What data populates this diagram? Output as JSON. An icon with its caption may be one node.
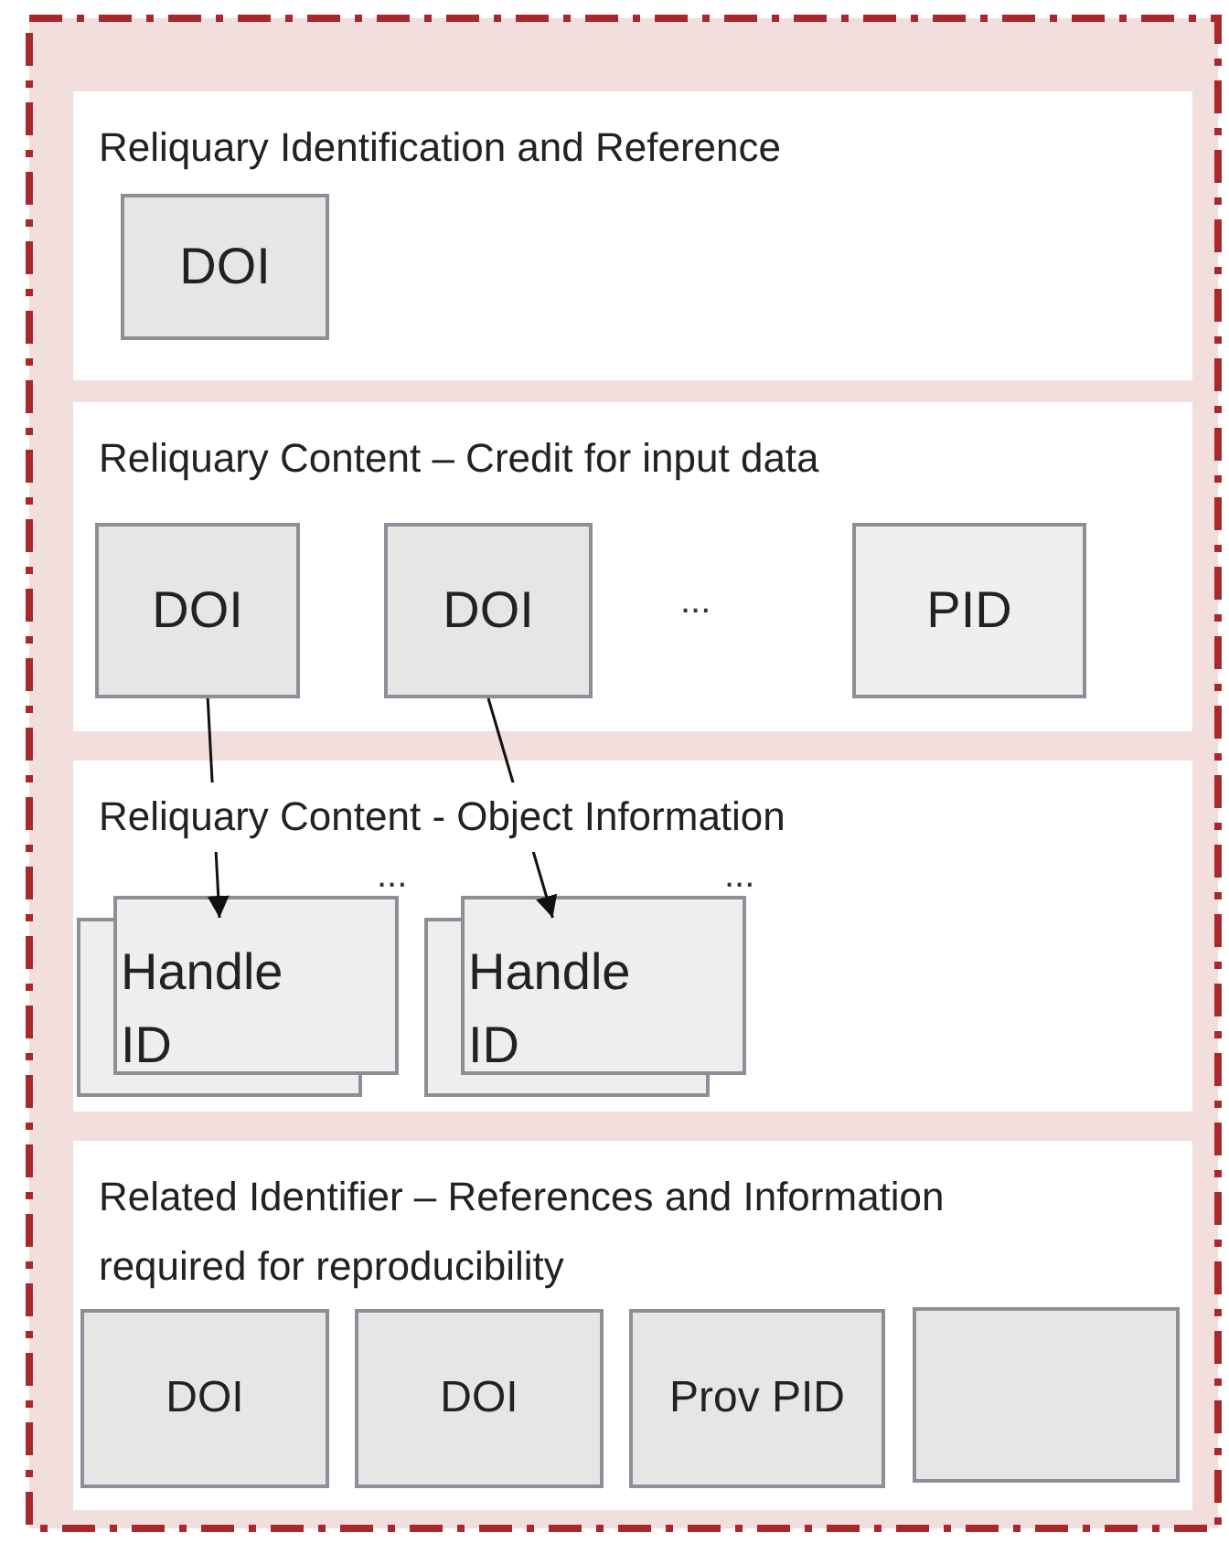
{
  "diagram": {
    "nodes": [
      {
        "text": [],
        "shape": "box"
      },
      {
        "text": [
          "Reliquary Identification and Reference"
        ],
        "in": 0
      },
      {
        "text": [
          "DOI"
        ],
        "in": 1
      },
      {
        "text": [
          "Reliquary Content – Credit for input data"
        ],
        "in": 0
      },
      {
        "text": [
          "DOI"
        ],
        "in": 3
      },
      {
        "text": [
          "DOI"
        ],
        "in": 3
      },
      {
        "text": [
          "PID"
        ],
        "in": 3
      },
      {
        "text": [
          "Reliquary Content - Object Information"
        ],
        "in": 0
      },
      {
        "text": [
          "Handle ID"
        ],
        "in": 7
      },
      {
        "text": [
          "Handle ID"
        ],
        "in": 7
      },
      {
        "text": [
          "Related Identifier – References and Information required for reproducibility"
        ],
        "in": 0
      },
      {
        "text": [
          "DOI"
        ],
        "in": 10
      },
      {
        "text": [
          "DOI"
        ],
        "in": 10
      },
      {
        "text": [
          "Prov PID"
        ],
        "in": 10
      },
      {
        "text": [],
        "shape": "box",
        "in": 10
      }
    ],
    "edges": [
      {
        "from": 4,
        "to": 8,
        "arrow": "to"
      },
      {
        "from": 5,
        "to": 9,
        "arrow": "to"
      }
    ],
    "labels": [
      "...",
      "...",
      "..."
    ]
  }
}
